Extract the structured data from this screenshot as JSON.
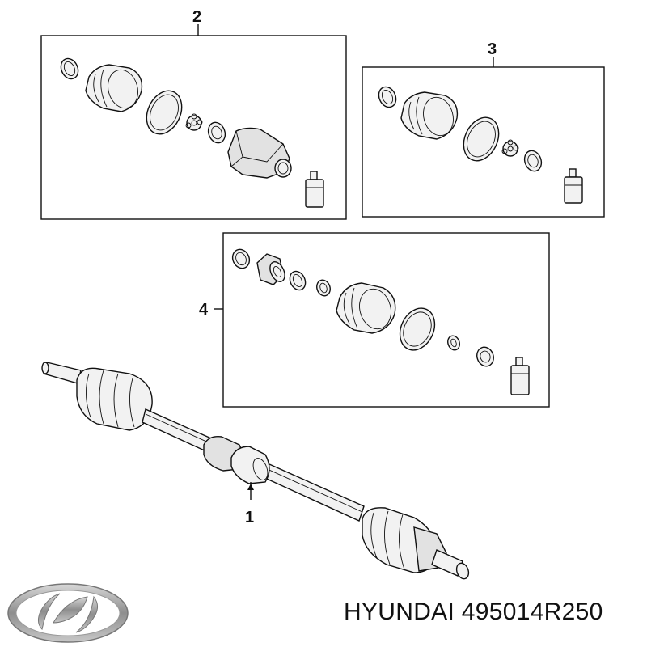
{
  "callouts": {
    "c1": "1",
    "c2": "2",
    "c3": "3",
    "c4": "4"
  },
  "caption": {
    "brand": "HYUNDAI",
    "part_number": "495014R250"
  },
  "logo": {
    "icon": "hyundai-logo-icon",
    "color": "#9a9a9a"
  }
}
